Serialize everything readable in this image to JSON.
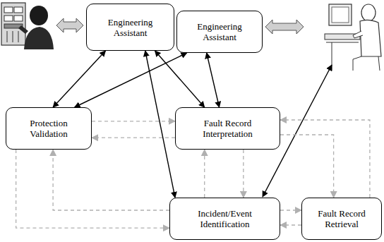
{
  "diagram": {
    "nodes": [
      {
        "text": [
          "Engineering Assistant"
        ]
      },
      {
        "text": [
          "Engineering Assistant"
        ]
      },
      {
        "text": [
          "Protection Validation"
        ]
      },
      {
        "text": [
          "Fault Record Interpretation"
        ]
      },
      {
        "text": [
          "Incident/Event Identification"
        ]
      },
      {
        "text": [
          "Fault Record Retrieval"
        ]
      }
    ],
    "edges": [
      {
        "from": 0,
        "to": 2,
        "arrow": "both"
      },
      {
        "from": 0,
        "to": 3,
        "arrow": "both"
      },
      {
        "from": 0,
        "to": 4,
        "arrow": "both"
      },
      {
        "from": 1,
        "to": 2,
        "arrow": "both"
      },
      {
        "from": 1,
        "to": 3,
        "arrow": "both"
      },
      {
        "from": 2,
        "to": 3,
        "arrow": "to"
      },
      {
        "from": 3,
        "to": 2,
        "arrow": "to"
      },
      {
        "from": 2,
        "to": 4,
        "arrow": "to"
      },
      {
        "from": 4,
        "to": 2,
        "arrow": "to"
      },
      {
        "from": 3,
        "to": 4,
        "arrow": "to"
      },
      {
        "from": 4,
        "to": 3,
        "arrow": "to"
      },
      {
        "from": 4,
        "to": 5,
        "arrow": "to"
      },
      {
        "from": 5,
        "to": 4,
        "arrow": "to"
      },
      {
        "from": 3,
        "to": 5,
        "arrow": "to"
      },
      {
        "from": 5,
        "to": 3,
        "arrow": "to"
      }
    ]
  }
}
